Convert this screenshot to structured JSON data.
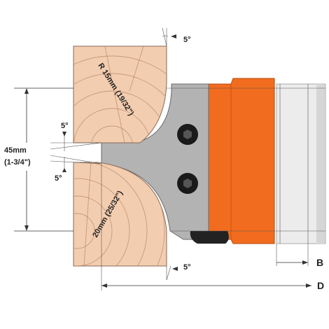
{
  "colors": {
    "wood": "#f3cdb0",
    "wood_grain": "#b8886a",
    "knife_steel": "#b3b3b3",
    "body_orange": "#f26c1f",
    "arbor": "#e9e9e9",
    "bolt": "#1a1a1a"
  },
  "labels": {
    "angle_top": "5°",
    "angle_mid_upper": "5°",
    "angle_mid_lower": "5°",
    "angle_bottom": "5°",
    "height_mm": "45mm",
    "height_in": "(1-3/4\")",
    "radius_top": "R 15mm (19/32\")",
    "radius_bottom": "20mm (25/32\")",
    "dim_B": "B",
    "dim_D": "D"
  },
  "icons": [
    "hex-bolt-icon",
    "hex-bolt-icon",
    "arrow-right-icon"
  ]
}
